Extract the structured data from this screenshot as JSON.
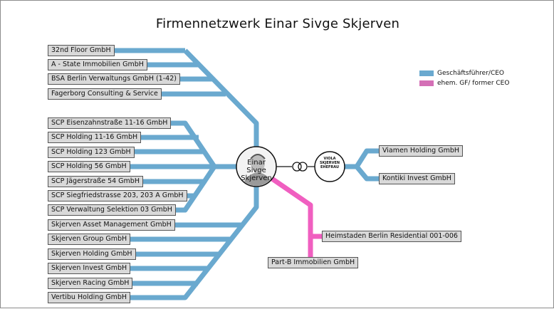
{
  "title": "Firmennetzwerk Einar Sivge Skjerven",
  "colors": {
    "ceo": "#6aa9cf",
    "former_ceo": "#f05fc0"
  },
  "legend": [
    {
      "label": "Geschäftsführer/CEO",
      "color": "#6aa9cf"
    },
    {
      "label": "ehem. GF/ former CEO",
      "color": "#d46fb6"
    }
  ],
  "center_person": {
    "name": "Einar Sivge Skjerven",
    "icon": "person-portrait-icon"
  },
  "spouse": {
    "label": "VIOLA SKJERVEN EHEFRAU"
  },
  "marriage_icon": "wedding-rings-icon",
  "groups": {
    "group1": [
      "32nd Floor GmbH",
      "A - State Immobilien GmbH",
      "BSA Berlin Verwaltungs GmbH (1-42)",
      "Fagerborg Consulting & Service"
    ],
    "group2": [
      "SCP Eisenzahnstraße 11-16 GmbH",
      "SCP Holding 11-16 GmbH",
      "SCP Holding 123 GmbH",
      "SCP Holding 56 GmbH",
      "SCP Jägerstraße 54 GmbH",
      "SCP Siegfriedstrasse 203, 203 A GmbH",
      "SCP Verwaltung Selektion 03 GmbH"
    ],
    "group3": [
      "Skjerven Asset Management GmbH",
      "Skjerven Group GmbH",
      "Skjerven Holding GmbH",
      "Skjerven Invest GmbH",
      "Skjerven Racing GmbH",
      "Vertibu Holding GmbH"
    ],
    "spouse_companies": [
      "Viamen Holding GmbH",
      "Kontiki Invest GmbH"
    ],
    "former": [
      "Heimstaden Berlin Residential 001-006",
      "Part-B Immobilien GmbH"
    ]
  }
}
